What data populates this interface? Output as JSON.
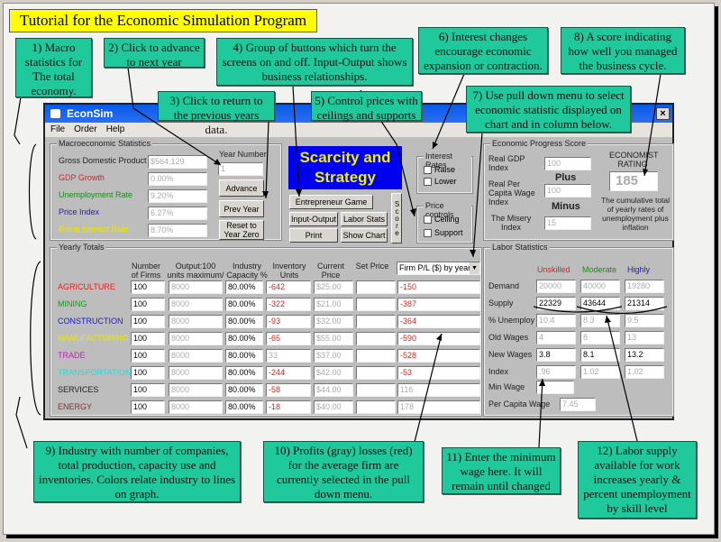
{
  "tutorial_title": "Tutorial for the Economic Simulation Program",
  "callouts": [
    "1) Macro statistics for The total economy.",
    "2) Click to advance to next year",
    "3) Click to return to the previous years data.",
    "4) Group of buttons which turn the screens on and off.  Input-Output shows business relationships.",
    "5) Control prices with ceilings and supports",
    "6) Interest changes encourage economic expansion or contraction.",
    "7) Use pull down menu to select economic statistic displayed on chart and in column below.",
    "8) A score indicating how well you managed the business cycle.",
    "9) Industry with number of companies, total production, capacity use and inventories.  Colors relate industry to lines on graph.",
    "10) Profits (gray) losses (red) for the average firm are currently selected in the pull down menu.",
    "11) Enter the minimum wage here.  It will remain until changed",
    "12) Labor supply available for work increases yearly & percent unemployment by skill level"
  ],
  "window": {
    "title": "EconSim",
    "close": "×",
    "menu": [
      "File",
      "Order",
      "Help"
    ]
  },
  "macro": {
    "label": "Macroeconomic Statistics",
    "rows": [
      {
        "name": "Gross Domestic Product",
        "value": "$564,129",
        "color": "#222222"
      },
      {
        "name": "GDP Growth",
        "value": "0.00%",
        "color": "#e02020"
      },
      {
        "name": "Unemployment Rate",
        "value": "9.20%",
        "color": "#1a8a1a"
      },
      {
        "name": "Price Index",
        "value": "6.27%",
        "color": "#2020c0"
      },
      {
        "name": "Prime Interest Rate",
        "value": "8.70%",
        "color": "#e8e800"
      }
    ],
    "year_label": "Year Number",
    "year": "1",
    "advance": "Advance",
    "prev": "Prev Year",
    "reset": "Reset to Year Zero"
  },
  "logo": {
    "line1": "Scarcity and",
    "line2": "Strategy"
  },
  "buttons": {
    "entrepreneur": "Entrepreneur Game",
    "io": "Input-Output",
    "labor": "Labor Stats",
    "print": "Print",
    "chart": "Show Chart",
    "score": "Score"
  },
  "interest": {
    "label": "Interest Rates",
    "raise": "Raise",
    "lower": "Lower"
  },
  "price_controls": {
    "label": "Price controls",
    "ceiling": "Ceiling",
    "support": "Support"
  },
  "progress": {
    "label": "Economic Progress Score",
    "gdp_label": "Real GDP Index",
    "gdp": "100",
    "plus": "Plus",
    "wage_label": "Real Per Capita Wage Index",
    "wage": "100",
    "minus": "Minus",
    "misery_label": "The Misery Index",
    "misery": "15",
    "rating_label": "ECONOMIST RATING",
    "rating": "185",
    "note": "The cumulative total of yearly rates of unemployment plus inflation"
  },
  "yearly": {
    "label": "Yearly Totals",
    "headers": [
      "Number of Firms",
      "Output:100 units maximum/ firm",
      "Industry Capacity %",
      "Inventory Units",
      "Current Price",
      "Set Price"
    ],
    "dropdown": "Firm P/L ($) by year",
    "rows": [
      {
        "name": "AGRICULTURE",
        "color": "#e82020",
        "firms": "100",
        "output": "8000",
        "cap": "80.00%",
        "inv": "-642",
        "price": "$25.00",
        "set": "",
        "pl": "-150"
      },
      {
        "name": "MINING",
        "color": "#1a9a1a",
        "firms": "100",
        "output": "8000",
        "cap": "80.00%",
        "inv": "-322",
        "price": "$21.00",
        "set": "",
        "pl": "-387"
      },
      {
        "name": "CONSTRUCTION",
        "color": "#2020c0",
        "firms": "100",
        "output": "8000",
        "cap": "80.00%",
        "inv": "-93",
        "price": "$32.00",
        "set": "",
        "pl": "-364"
      },
      {
        "name": "MANUFACTURING",
        "color": "#e8e800",
        "firms": "100",
        "output": "8000",
        "cap": "80.00%",
        "inv": "-65",
        "price": "$55.00",
        "set": "",
        "pl": "-590"
      },
      {
        "name": "TRADE",
        "color": "#c020c0",
        "firms": "100",
        "output": "8000",
        "cap": "80.00%",
        "inv": "33",
        "price": "$37.00",
        "set": "",
        "pl": "-528"
      },
      {
        "name": "TRANSPORTATION",
        "color": "#30d8d8",
        "firms": "100",
        "output": "8000",
        "cap": "80.00%",
        "inv": "-244",
        "price": "$42.00",
        "set": "",
        "pl": "-53"
      },
      {
        "name": "SERVICES",
        "color": "#222222",
        "firms": "100",
        "output": "8000",
        "cap": "80.00%",
        "inv": "-58",
        "price": "$44.00",
        "set": "",
        "pl": "116"
      },
      {
        "name": "ENERGY",
        "color": "#8a3030",
        "firms": "100",
        "output": "8000",
        "cap": "80.00%",
        "inv": "-18",
        "price": "$40.00",
        "set": "",
        "pl": "178"
      }
    ]
  },
  "labor": {
    "label": "Labor Statistics",
    "cols": [
      "Unskilled",
      "Moderate",
      "Highly"
    ],
    "rows": [
      {
        "name": "Demand",
        "v": [
          "20000",
          "40000",
          "19280"
        ]
      },
      {
        "name": "Supply",
        "v": [
          "22329",
          "43644",
          "21314"
        ]
      },
      {
        "name": "% Unemploy",
        "v": [
          "10.4",
          "8.3",
          "9.5"
        ]
      },
      {
        "name": "Old Wages",
        "v": [
          "4",
          "8",
          "13"
        ]
      },
      {
        "name": "New Wages",
        "v": [
          "3.8",
          "8.1",
          "13.2"
        ]
      },
      {
        "name": "Index",
        "v": [
          ".96",
          "1.02",
          "1.02"
        ]
      }
    ],
    "min_wage_label": "Min Wage",
    "min_wage": "",
    "per_capita_label": "Per Capita Wage",
    "per_capita": "7.45"
  }
}
